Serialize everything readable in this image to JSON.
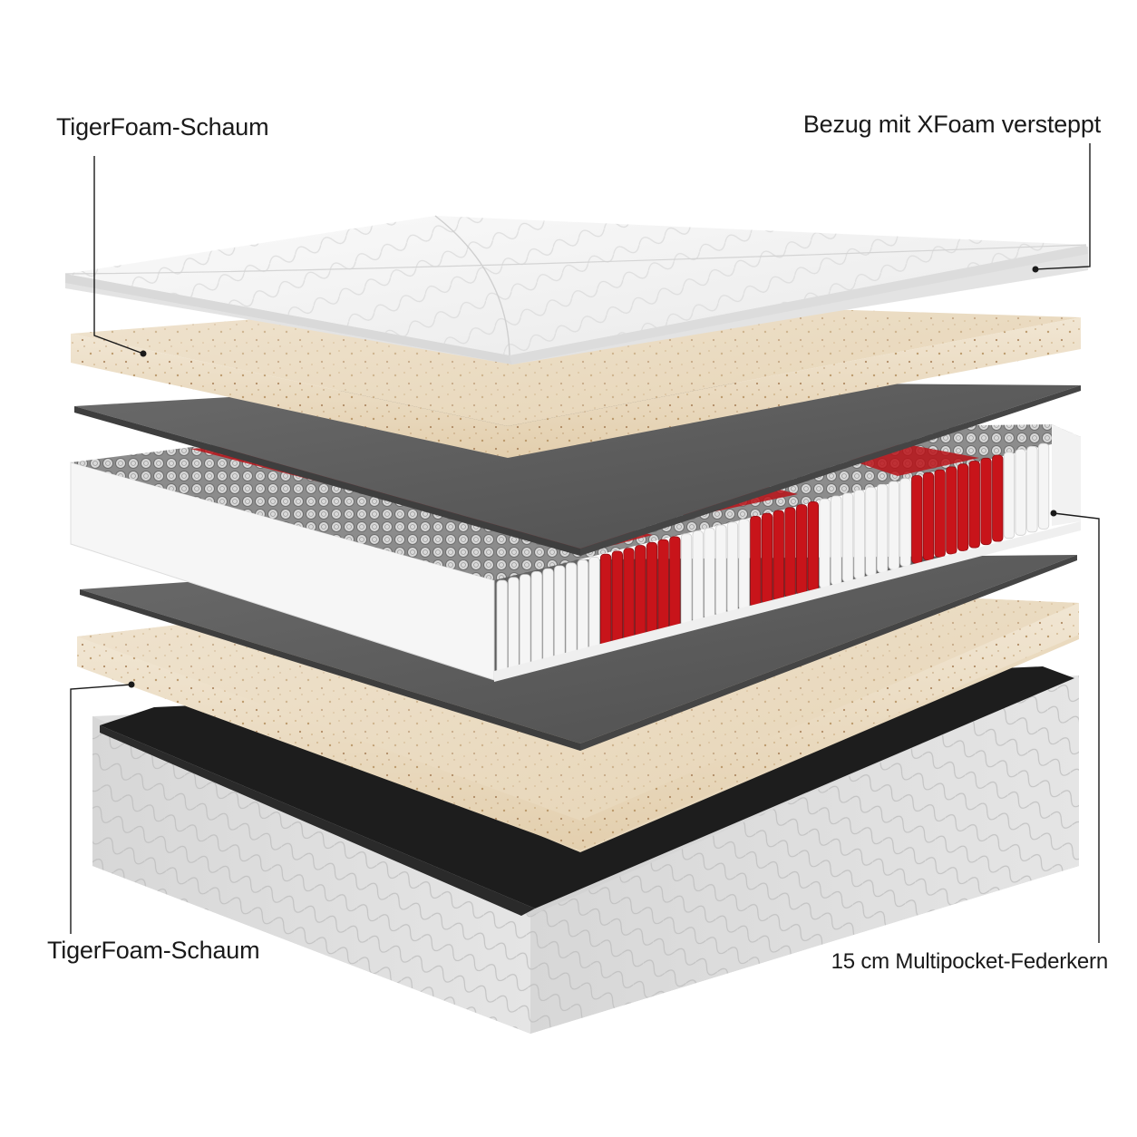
{
  "labels": {
    "top_left": "TigerFoam-Schaum",
    "top_right": "Bezug mit XFoam versteppt",
    "bottom_left": "TigerFoam-Schaum",
    "bottom_right": "15 cm Multipocket-Federkern"
  },
  "layers": [
    {
      "name": "cover",
      "icon": "quilted-cover"
    },
    {
      "name": "foam-top",
      "icon": "foam-slab"
    },
    {
      "name": "felt-top",
      "icon": "felt-sheet"
    },
    {
      "name": "spring-core",
      "icon": "pocket-springs"
    },
    {
      "name": "felt-bottom",
      "icon": "felt-sheet"
    },
    {
      "name": "foam-bottom",
      "icon": "foam-slab"
    },
    {
      "name": "base",
      "icon": "quilted-base"
    }
  ],
  "colors": {
    "foam": "#ecdcc1",
    "felt": "#5b5b5b",
    "spring_red": "#c8141a",
    "spring_white": "#f5f5f5",
    "cover": "#f3f3f3",
    "base": "#d9d9d9"
  }
}
